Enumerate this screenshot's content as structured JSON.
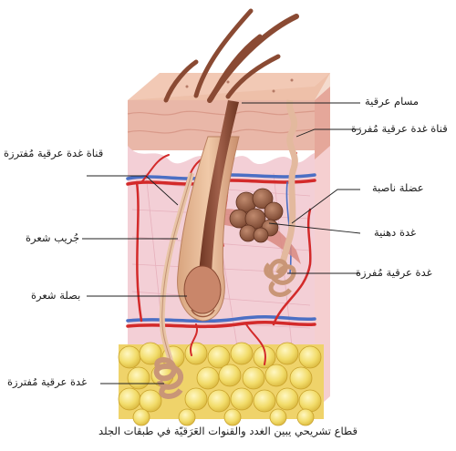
{
  "labels": {
    "sweat_pore": "مسام عرقية",
    "eccrine_duct": "قناة غدة عرقية مُفرزة",
    "arrector_muscle": "عضلة ناصبة",
    "sebaceous_gland": "غدة دهنية",
    "eccrine_gland": "غدة عرقية مُفرزة",
    "apocrine_duct": "قناة غدة عرقية مُفترزة",
    "hair_follicle": "جُريب شعرة",
    "hair_bulb": "بصلة شعرة",
    "apocrine_gland": "غدة عرقية مُفترزة"
  },
  "caption": "قطاع تشريحي يبين الغدد والقنوات العَرَقيّة في طبقات الجلد",
  "colors": {
    "epidermis": "#e9b7a8",
    "epidermis_top": "#f2c9b5",
    "dermis": "#f3cfd6",
    "fat": "#f2dc6a",
    "artery": "#d32a2a",
    "vein": "#4b6fc4",
    "hair": "#8a4a33",
    "gland": "#b07a5e"
  }
}
